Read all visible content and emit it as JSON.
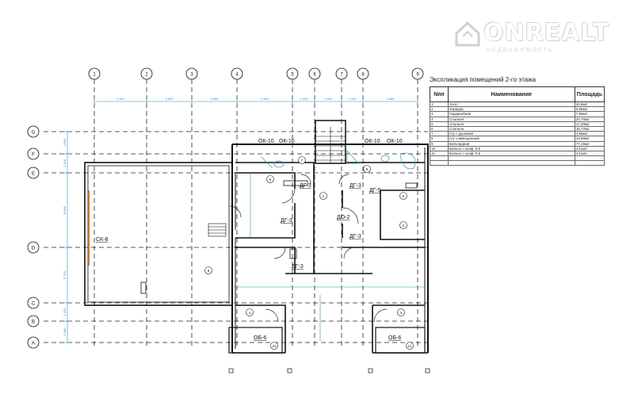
{
  "watermark": {
    "brand": "ONREALT",
    "tagline": "НЕДВИЖИМОСТЬ"
  },
  "axes": {
    "numbers": [
      "1",
      "2",
      "3",
      "4",
      "5",
      "6",
      "7",
      "8",
      "9"
    ],
    "letters": [
      "G",
      "F",
      "E",
      "D",
      "C",
      "B",
      "A"
    ]
  },
  "dimensions_top": [
    "2.500",
    "3.000",
    "3.000",
    "2.650",
    "1.430",
    "1.500",
    "1.430",
    "2.650"
  ],
  "dimensions_left": [
    "1.065",
    "1.200",
    "8.865",
    "5.725",
    "1.220",
    "1.450"
  ],
  "room_labels": {
    "ok10": "ОК-10",
    "dg3": "ДГ-3",
    "dg5": "ДГ-5",
    "do2": "ДО-2",
    "sk8": "СК-8",
    "ob6": "ОБ-6"
  },
  "legend": {
    "title": "Экспликация помещений 2-го этажа",
    "headers": [
      "Nпп",
      "Наименование",
      "Площадь"
    ],
    "rows": [
      [
        "1",
        "Холл",
        "20,8м2"
      ],
      [
        "2",
        "Коридор",
        "5,56м2"
      ],
      [
        "3",
        "Гардеробная",
        "7,85м2"
      ],
      [
        "4",
        "Спальня",
        "20,70м2"
      ],
      [
        "5",
        "Спальня",
        "17,49м2"
      ],
      [
        "6",
        "Спальня",
        "16,77м2"
      ],
      [
        "7",
        "С/у с душевой",
        "4,99м2"
      ],
      [
        "8",
        "С/у совмещенный",
        "10,69м2"
      ],
      [
        "9",
        "Бильярдная",
        "77,15м2"
      ],
      [
        "10",
        "Балкон с коэф. 0,6",
        "4,11м2"
      ],
      [
        "11",
        "Балкон с коэф. 0,6",
        "4,11м2"
      ],
      [
        "",
        "",
        ""
      ],
      [
        "",
        "",
        ""
      ]
    ]
  }
}
